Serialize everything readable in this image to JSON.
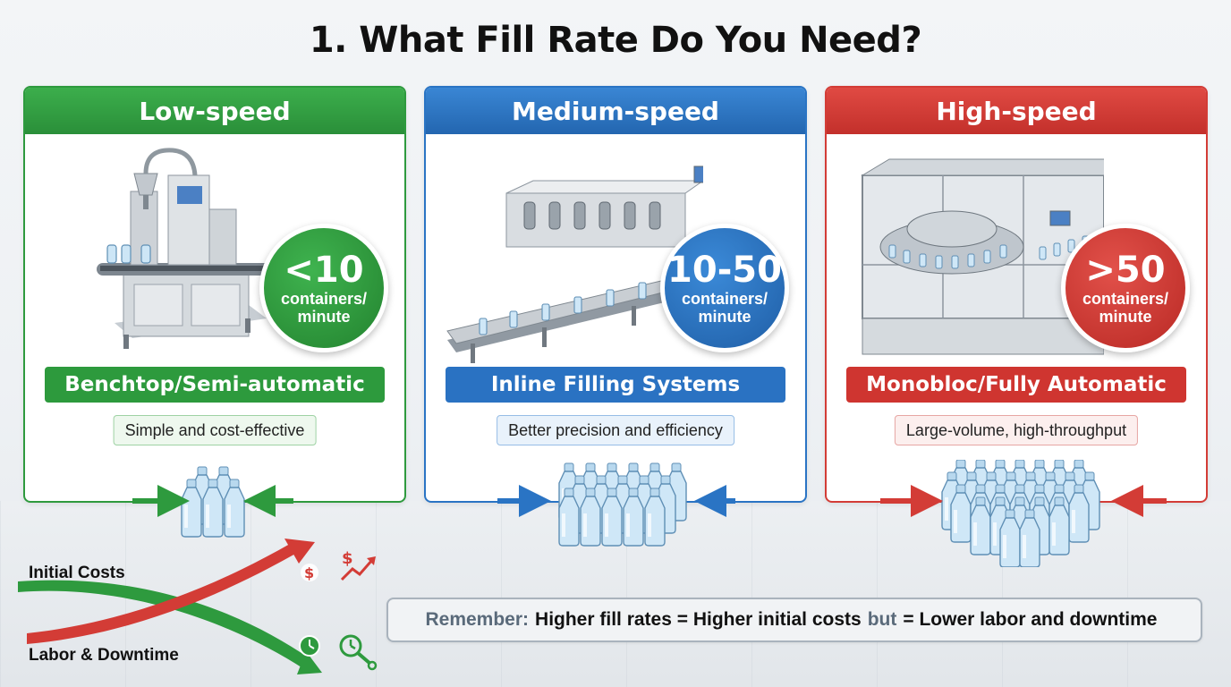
{
  "title": "1. What Fill Rate Do You Need?",
  "cards": [
    {
      "speed": "Low-speed",
      "rate_value": "<10",
      "rate_unit_1": "containers/",
      "rate_unit_2": "minute",
      "system": "Benchtop/Semi-automatic",
      "description": "Simple and cost-effective",
      "color": "#2e9a3e"
    },
    {
      "speed": "Medium-speed",
      "rate_value": "10-50",
      "rate_unit_1": "containers/",
      "rate_unit_2": "minute",
      "system": "Inline Filling Systems",
      "description": "Better precision and efficiency",
      "color": "#2a74c4"
    },
    {
      "speed": "High-speed",
      "rate_value": ">50",
      "rate_unit_1": "containers/",
      "rate_unit_2": "minute",
      "system": "Monobloc/Fully Automatic",
      "description": "Large-volume, high-throughput",
      "color": "#d33c36"
    }
  ],
  "tradeoff": {
    "initial_costs_label": "Initial Costs",
    "labor_label": "Labor & Downtime",
    "cost_icon": "dollar-rising-icon",
    "labor_icon": "clock-wrench-icon"
  },
  "note": {
    "prefix": "Remember:",
    "part1": "Higher fill rates = Higher initial costs",
    "connector": "but",
    "part2": "= Lower labor and downtime"
  }
}
